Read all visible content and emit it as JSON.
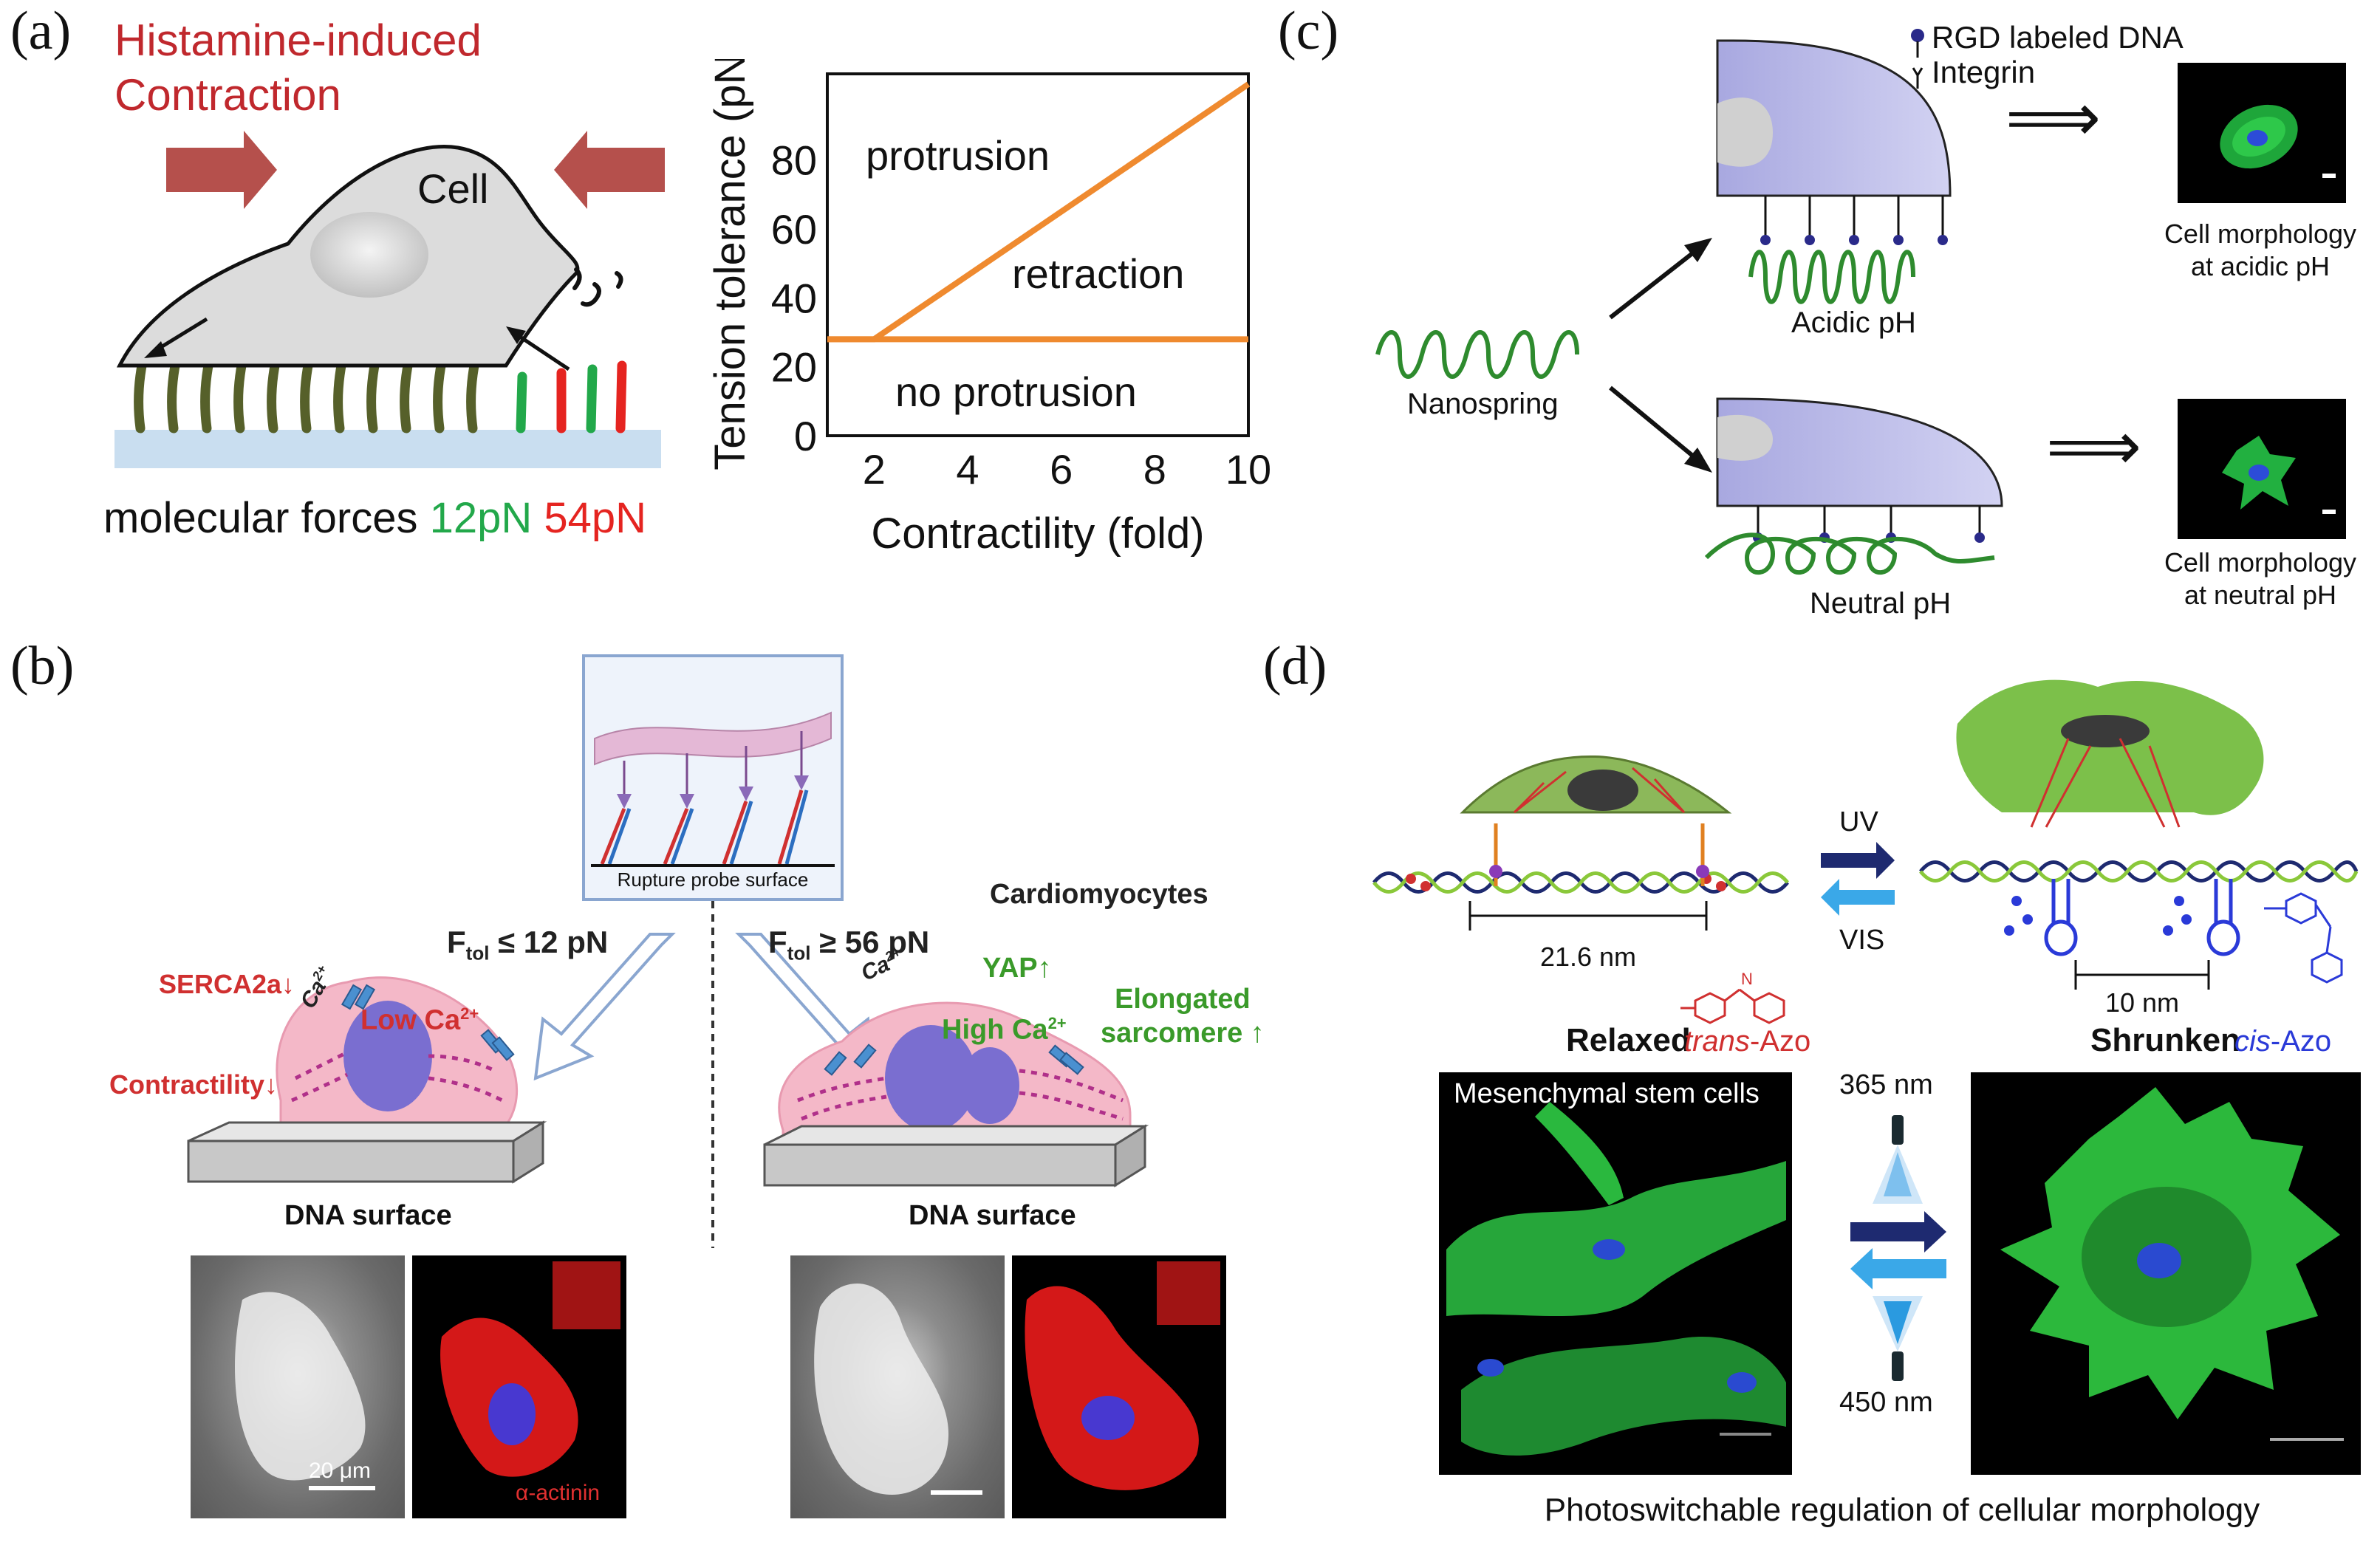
{
  "panels": {
    "a": {
      "label": "(a)",
      "title_line1": "Histamine-induced",
      "title_line2": "Contraction",
      "cell_label": "Cell",
      "forces_prefix": "molecular forces",
      "force_low": "12pN",
      "force_high": "54pN",
      "colors": {
        "title": "#c0282d",
        "low": "#22a84a",
        "high": "#e52420",
        "arrow": "#b5504c"
      }
    },
    "b": {
      "label": "(b)",
      "probe_caption": "Rupture probe surface",
      "cardiomyocytes": "Cardiomyocytes",
      "left_condition_prefix": "F",
      "left_condition_sub": "tol",
      "left_condition_rest": " ≤ 12 pN",
      "right_condition_prefix": "F",
      "right_condition_sub": "tol",
      "right_condition_rest": " ≥ 56 pN",
      "serca": "SERCA2a↓",
      "contractility": "Contractility↓",
      "low_ca": "Low Ca",
      "high_ca": "High Ca",
      "ca_sup": "2+",
      "ca_ion": "Ca",
      "yap": "YAP↑",
      "elongated_line1": "Elongated",
      "elongated_line2": "sarcomere ↑",
      "dna_surface_left": "DNA surface",
      "dna_surface_right": "DNA surface",
      "scale_label": "20 μm",
      "stain_label": "α-actinin"
    },
    "c": {
      "label": "(c)",
      "legend_rgd": "RGD labeled DNA",
      "legend_integrin": "Integrin",
      "nanospring": "Nanospring",
      "acidic": "Acidic pH",
      "neutral": "Neutral pH",
      "morph_acidic_line1": "Cell morphology",
      "morph_acidic_line2": "at acidic pH",
      "morph_neutral_line1": "Cell morphology",
      "morph_neutral_line2": "at neutral pH",
      "implies": "⟹"
    },
    "d": {
      "label": "(d)",
      "uv": "UV",
      "vis": "VIS",
      "dist_left": "21.6 nm",
      "dist_right": "10 nm",
      "relaxed": "Relaxed",
      "trans_italic": "trans",
      "trans_rest": "-Azo",
      "shrunken": "Shrunken",
      "cis_italic": "cis",
      "cis_rest": "-Azo",
      "msc": "Mesenchymal stem cells",
      "wl_top": "365 nm",
      "wl_bottom": "450 nm",
      "caption": "Photoswitchable regulation of cellular morphology"
    }
  },
  "chart_data": {
    "type": "line",
    "xlabel": "Contractility (fold)",
    "ylabel": "Tension tolerance (pN)",
    "xlim": [
      1,
      10
    ],
    "ylim": [
      0,
      105
    ],
    "xticks": [
      2,
      4,
      6,
      8,
      10
    ],
    "yticks": [
      0,
      20,
      40,
      60,
      80
    ],
    "series": [
      {
        "x": [
          1,
          2,
          10
        ],
        "y": [
          28,
          28,
          102
        ]
      },
      {
        "x": [
          1,
          10
        ],
        "y": [
          28,
          28
        ]
      }
    ],
    "annotations": [
      "protrusion",
      "retraction",
      "no protrusion"
    ],
    "grid": false,
    "color": "#ef8a2f"
  }
}
